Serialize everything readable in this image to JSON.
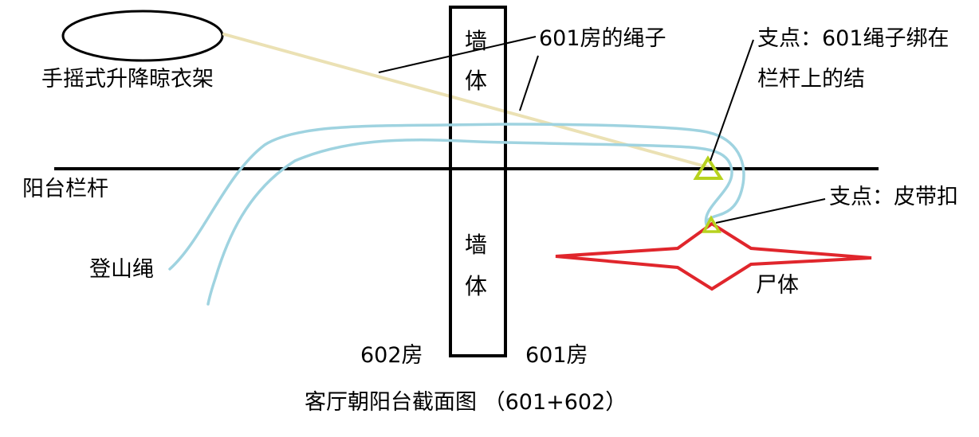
{
  "title": "客厅朝阳台截面图 （601+602）",
  "colors": {
    "ink": "#000000",
    "climbing_rope": "#9fd3e0",
    "rope_601": "#ebe1b4",
    "body": "#e0262c",
    "pivot": "#b7d21e"
  },
  "labels": {
    "drying_rack": "手摇式升降晾衣架",
    "rope_601": "601房的绳子",
    "pivot_knot_line1": "支点：601绳子绑在",
    "pivot_knot_line2": "栏杆上的结",
    "railing": "阳台栏杆",
    "pivot_belt": "支点：皮带扣",
    "climbing_rope": "登山绳",
    "body": "尸体",
    "wall_top_1": "墙",
    "wall_top_2": "体",
    "wall_bottom_1": "墙",
    "wall_bottom_2": "体",
    "room_602": "602房",
    "room_601": "601房"
  }
}
